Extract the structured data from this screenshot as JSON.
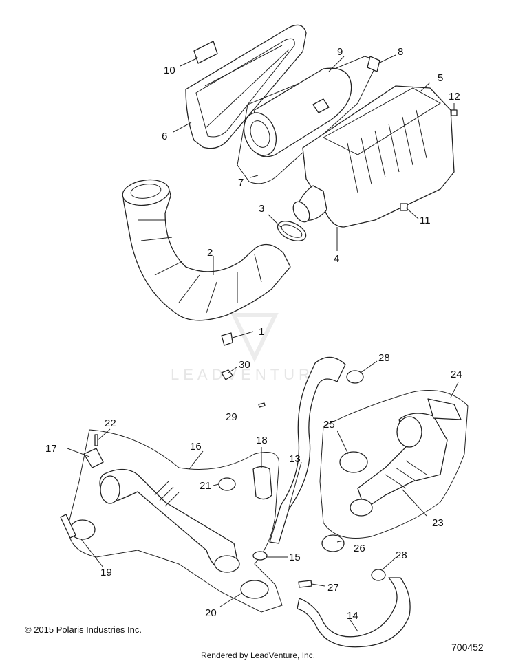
{
  "watermark": "LEADVENTURE",
  "copyright": "© 2015 Polaris Industries Inc.",
  "rendered_by": "Rendered by LeadVenture, Inc.",
  "diagram_number": "700452",
  "callouts": {
    "c1": "1",
    "c2": "2",
    "c3": "3",
    "c4": "4",
    "c5": "5",
    "c6": "6",
    "c7": "7",
    "c8": "8",
    "c9": "9",
    "c10": "10",
    "c11": "11",
    "c12": "12",
    "c13": "13",
    "c14": "14",
    "c15": "15",
    "c16": "16",
    "c17": "17",
    "c18": "18",
    "c19": "19",
    "c20": "20",
    "c21": "21",
    "c22": "22",
    "c23": "23",
    "c24": "24",
    "c25": "25",
    "c26": "26",
    "c27": "27",
    "c28a": "28",
    "c28b": "28",
    "c29": "29",
    "c30": "30"
  }
}
